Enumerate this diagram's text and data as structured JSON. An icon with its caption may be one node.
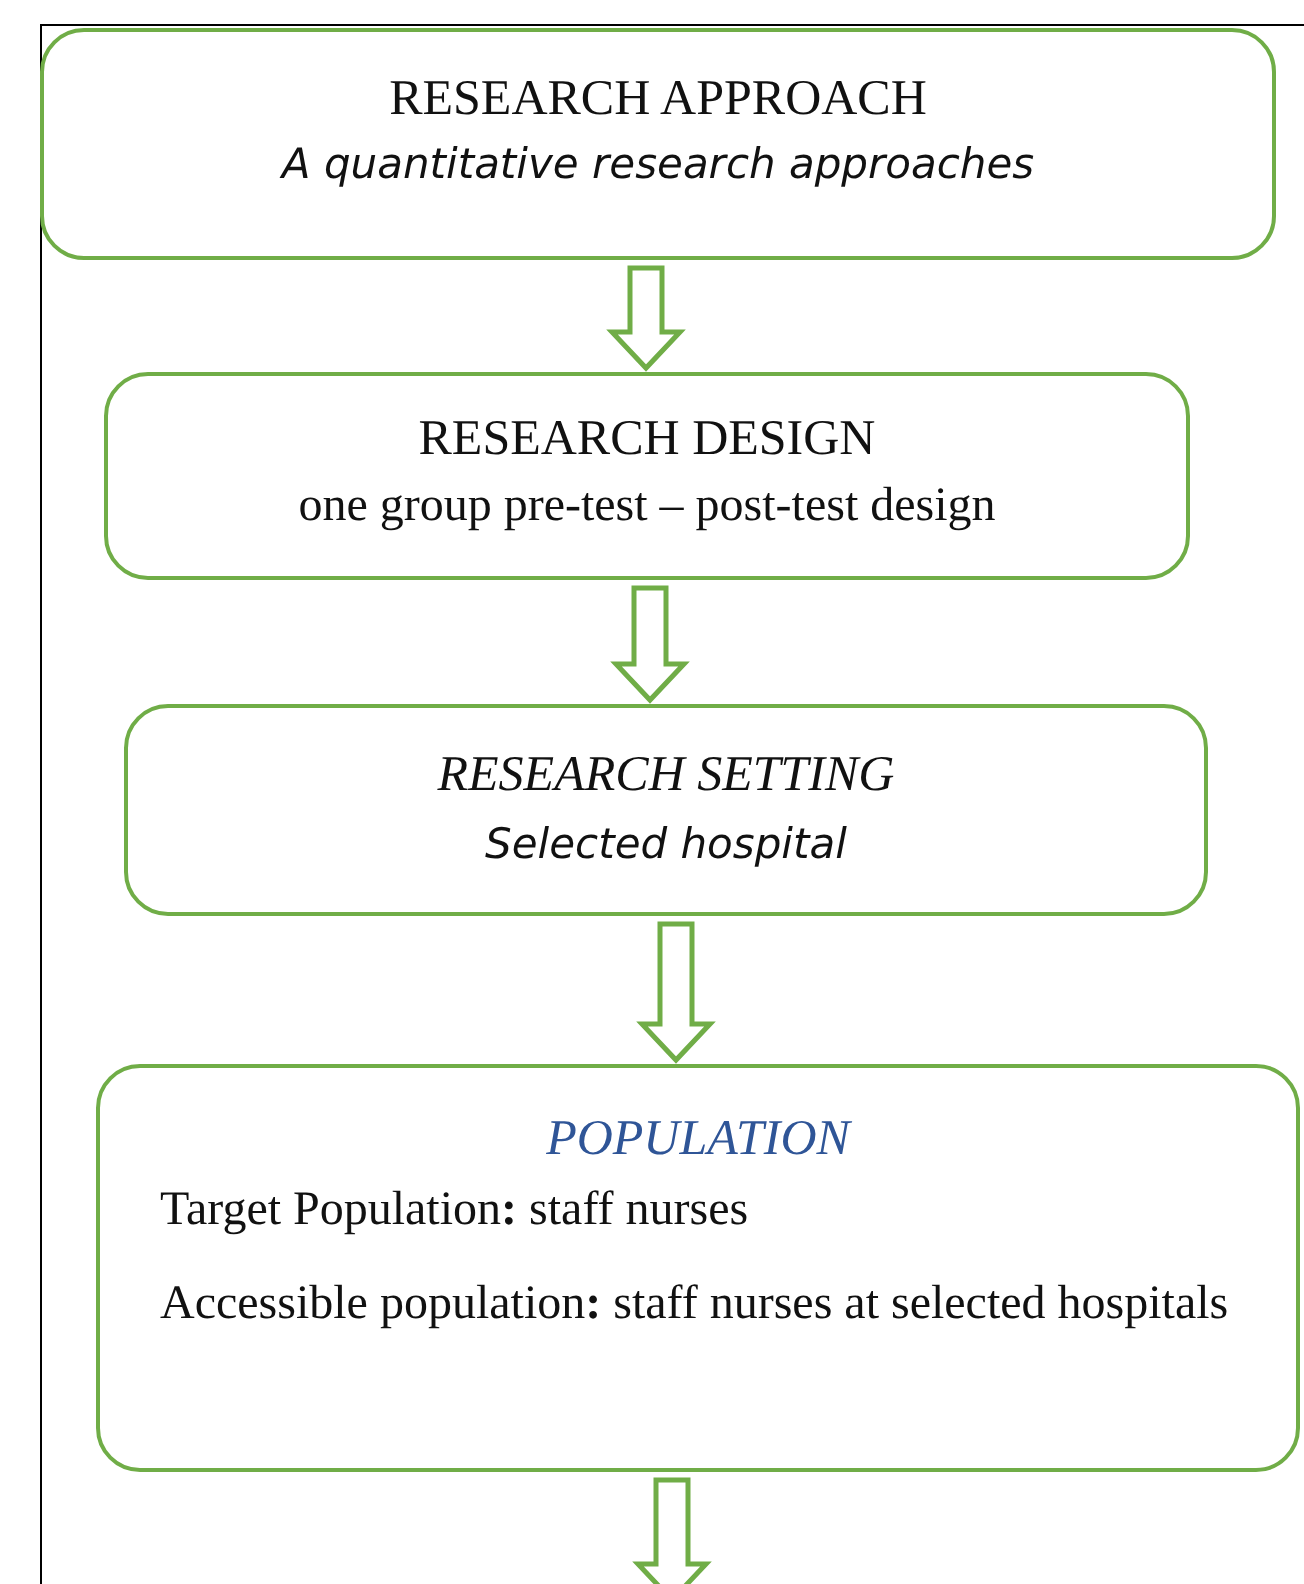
{
  "diagram": {
    "nodes": [
      {
        "text": [
          "RESEARCH APPROACH",
          "A quantitative research approaches"
        ]
      },
      {
        "text": [
          "RESEARCH DESIGN",
          "one group pre-test – post-test design"
        ]
      },
      {
        "text": [
          "RESEARCH SETTING",
          "Selected hospital"
        ]
      },
      {
        "text": [
          "POPULATION",
          "Target Population**:** staff nurses",
          "Accessible population**:** staff nurses at selected hospitals"
        ]
      }
    ],
    "edges": [
      {
        "from": 0,
        "to": 1,
        "arrow": "to"
      },
      {
        "from": 1,
        "to": 2,
        "arrow": "to"
      },
      {
        "from": 2,
        "to": 3,
        "arrow": "to"
      },
      {
        "from": 3,
        "to": null,
        "arrow": "to"
      }
    ]
  }
}
